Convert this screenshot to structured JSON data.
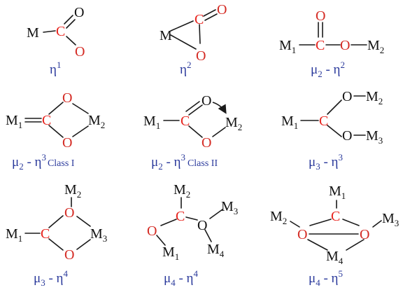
{
  "atoms": {
    "M": "M",
    "C": "C",
    "O": "O",
    "M1": "M",
    "M2": "M",
    "M3": "M",
    "M4": "M",
    "sub1": "1",
    "sub2": "2",
    "sub3": "3",
    "sub4": "4"
  },
  "labels": {
    "eta": "η",
    "mu": "μ",
    "dash": " - ",
    "class_one": "Class I",
    "class_two": "Class II"
  },
  "modes": [
    {
      "id": "eta1",
      "mu": "",
      "eta": "1"
    },
    {
      "id": "eta2",
      "mu": "",
      "eta": "2"
    },
    {
      "id": "mu2-eta2",
      "mu": "2",
      "eta": "2"
    },
    {
      "id": "mu2-eta3-class1",
      "mu": "2",
      "eta": "3",
      "class": "Class I"
    },
    {
      "id": "mu2-eta3-class2",
      "mu": "2",
      "eta": "3",
      "class": "Class II"
    },
    {
      "id": "mu3-eta3",
      "mu": "3",
      "eta": "3"
    },
    {
      "id": "mu3-eta4",
      "mu": "3",
      "eta": "4"
    },
    {
      "id": "mu4-eta4",
      "mu": "4",
      "eta": "4"
    },
    {
      "id": "mu4-eta5",
      "mu": "4",
      "eta": "5"
    }
  ],
  "colors": {
    "carbon": "#e8231d",
    "oxygen": "#d42a23",
    "metal": "#111111",
    "label": "#2b3a9c",
    "bond": "#1a1a1a"
  }
}
